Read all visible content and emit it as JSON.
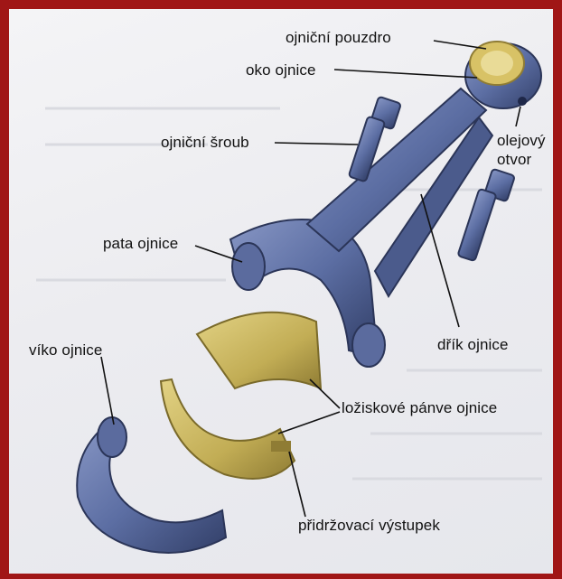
{
  "labels": {
    "ojnicni_pouzdro": "ojniční pouzdro",
    "oko_ojnice": "oko ojnice",
    "ojnicni_sroub": "ojniční šroub",
    "olejovy_otvor_line1": "olejový",
    "olejovy_otvor_line2": "otvor",
    "pata_ojnice": "pata ojnice",
    "drik_ojnice": "dřík ojnice",
    "viko_ojnice": "víko ojnice",
    "loziskove_panve": "ložiskové pánve ojnice",
    "pridrzovaci_vystupek": "přidržovací výstupek"
  },
  "colors": {
    "frame": "#a01616",
    "metal": "#5d6fa3",
    "metal_dark": "#34416b",
    "bearing": "#c9b660",
    "bushing": "#d8c266"
  }
}
